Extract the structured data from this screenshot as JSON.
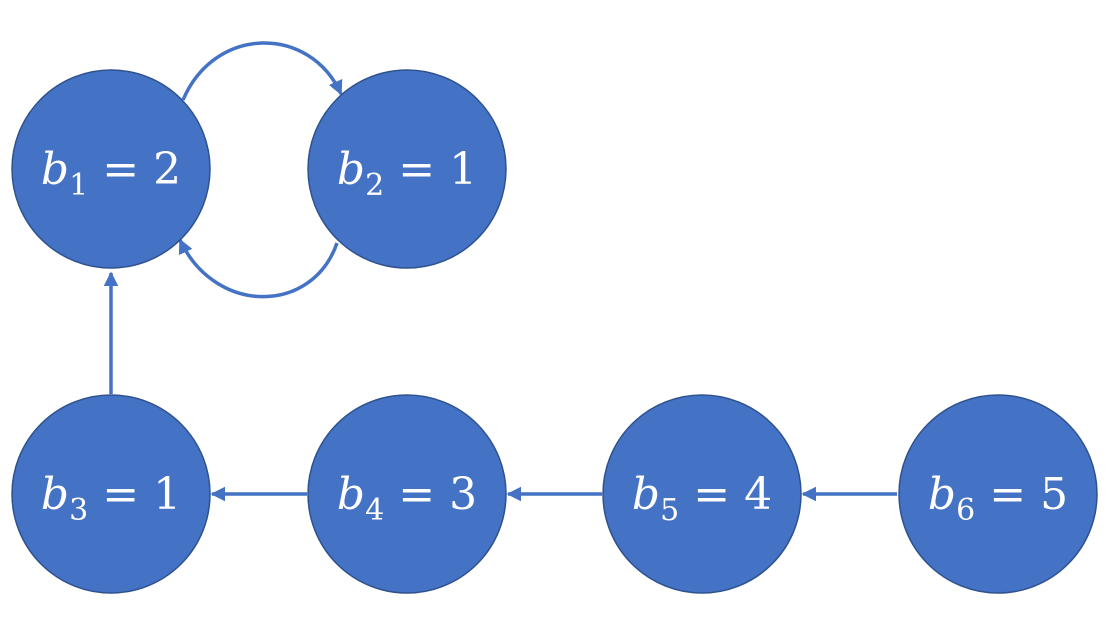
{
  "colors": {
    "node_fill": "#4472C4",
    "node_stroke": "#2F528F",
    "edge": "#4472C4",
    "label": "#FFFFFF"
  },
  "nodes": [
    {
      "id": "b1",
      "var": "b",
      "sub": "1",
      "op": "=",
      "value": "2"
    },
    {
      "id": "b2",
      "var": "b",
      "sub": "2",
      "op": "=",
      "value": "1"
    },
    {
      "id": "b3",
      "var": "b",
      "sub": "3",
      "op": "=",
      "value": "1"
    },
    {
      "id": "b4",
      "var": "b",
      "sub": "4",
      "op": "=",
      "value": "3"
    },
    {
      "id": "b5",
      "var": "b",
      "sub": "5",
      "op": "=",
      "value": "4"
    },
    {
      "id": "b6",
      "var": "b",
      "sub": "6",
      "op": "=",
      "value": "5"
    }
  ],
  "edges": [
    {
      "from": "b1",
      "to": "b2"
    },
    {
      "from": "b2",
      "to": "b1"
    },
    {
      "from": "b3",
      "to": "b1"
    },
    {
      "from": "b4",
      "to": "b3"
    },
    {
      "from": "b5",
      "to": "b4"
    },
    {
      "from": "b6",
      "to": "b5"
    }
  ]
}
